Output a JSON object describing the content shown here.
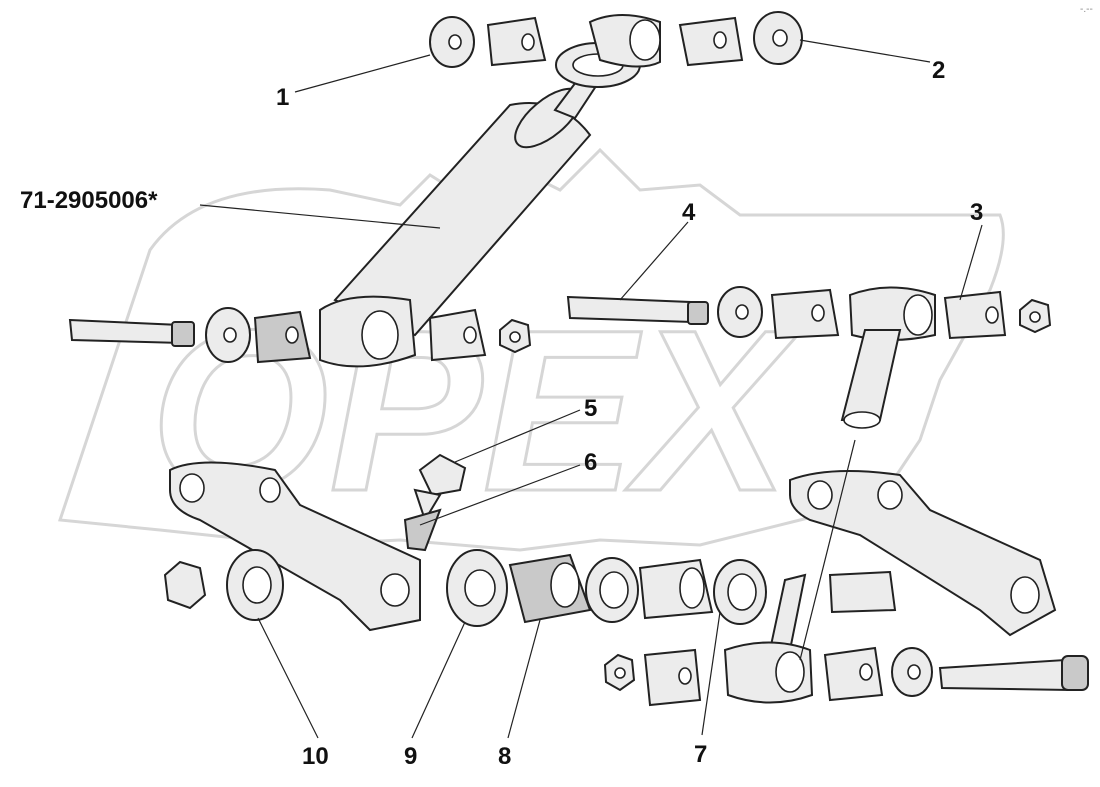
{
  "diagram": {
    "part_number": "71-2905006*",
    "callouts": [
      "1",
      "2",
      "3",
      "4",
      "5",
      "6",
      "7",
      "8",
      "9",
      "10"
    ],
    "watermark": "OPEX",
    "corner_mark": "-.--"
  }
}
